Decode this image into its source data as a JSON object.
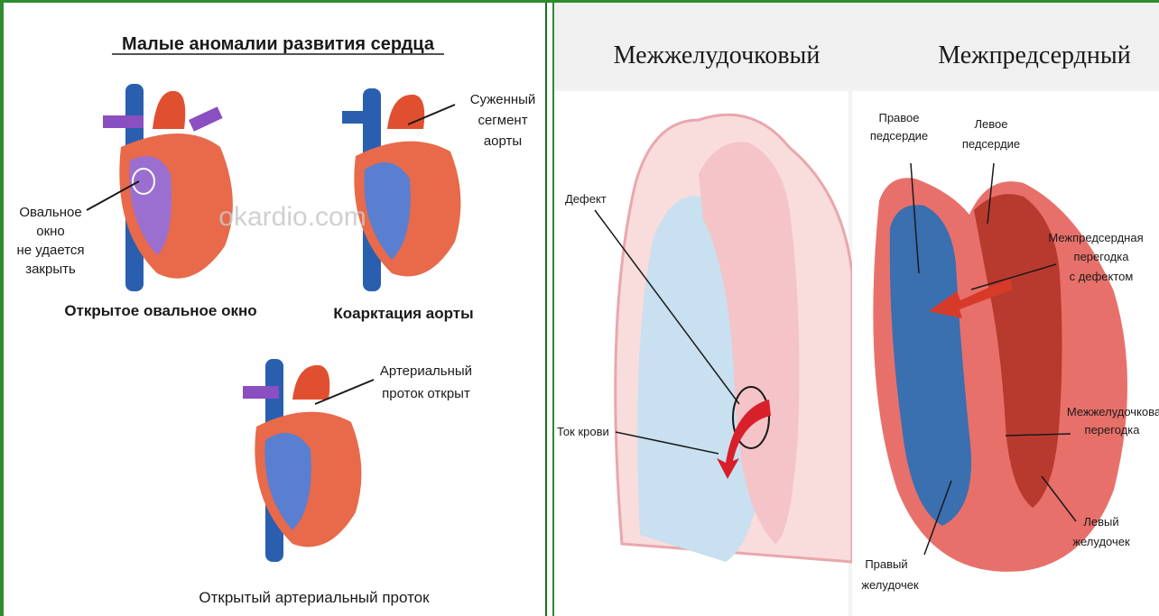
{
  "left": {
    "title": "Малые аномалии развития сердца",
    "watermark": "okardio.com",
    "diagrams": [
      {
        "caption": "Открытое овальное окно",
        "label_lines": [
          "Овальное",
          "окно",
          "не удается",
          "закрыть"
        ]
      },
      {
        "caption": "Коарктация аорты",
        "label_lines": [
          "Суженный",
          "сегмент",
          "аорты"
        ]
      },
      {
        "caption": "Открытый артериальный проток",
        "label_lines": [
          "Артериальный",
          "проток открыт"
        ]
      }
    ]
  },
  "right": {
    "header_left": "Межжелудочковый",
    "header_right": "Межпредсердный",
    "vsd": {
      "label_defect": "Дефект",
      "label_flow": "Ток крови"
    },
    "asd": {
      "label_right_atrium": [
        "Правое",
        "педсердие"
      ],
      "label_left_atrium": [
        "Левое",
        "педсердие"
      ],
      "label_septum_defect": [
        "Межпредсердная",
        "перегодка",
        "с дефектом"
      ],
      "label_ventricular_septum": [
        "Межжелудочкова",
        "перегодка"
      ],
      "label_left_ventricle": [
        "Левый",
        "желудочек"
      ],
      "label_right_ventricle": [
        "Правый",
        "желудочек"
      ]
    }
  },
  "colors": {
    "frame_green": "#2e8b2e",
    "vein_blue": "#2a5fb0",
    "artery_red": "#e05030",
    "pulmonary_purple": "#8a4fc0",
    "heart_muscle": "#e86a4a",
    "vsd_pink": "#f4c4c8",
    "vsd_blue": "#c8e0f0",
    "asd_blue": "#3a6fb0"
  }
}
